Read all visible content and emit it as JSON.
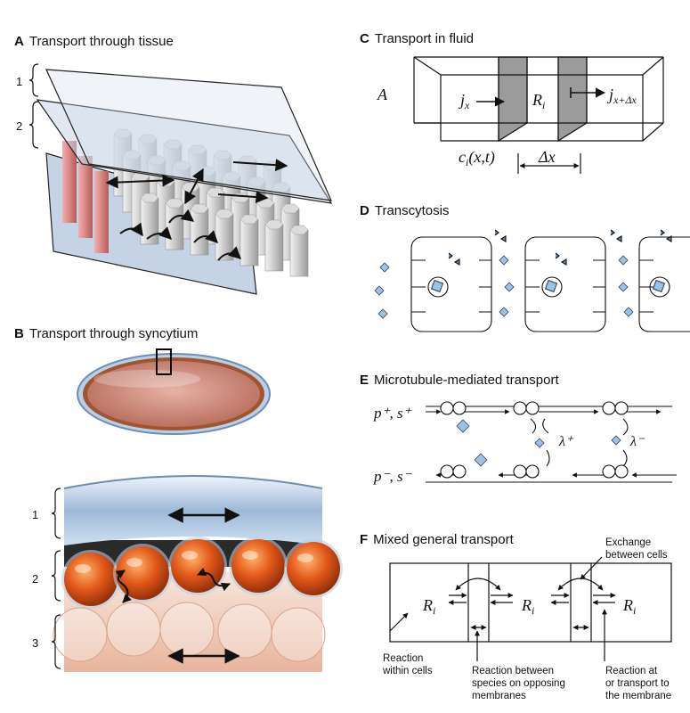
{
  "panels": {
    "A": {
      "letter": "A",
      "title": "Transport through tissue",
      "layers": [
        "1",
        "2"
      ]
    },
    "B": {
      "letter": "B",
      "title": "Transport through syncytium",
      "layers": [
        "1",
        "2",
        "3"
      ]
    },
    "C": {
      "letter": "C",
      "title": "Transport in fluid",
      "area": "A",
      "flux_in": "j",
      "flux_in_sub": "x",
      "reaction": "R",
      "reaction_sub": "i",
      "flux_out": "j",
      "flux_out_sub": "x+Δx",
      "conc": "c",
      "conc_sub": "i",
      "conc_args": "(x,t)",
      "dx": "Δx"
    },
    "D": {
      "letter": "D",
      "title": "Transcytosis"
    },
    "E": {
      "letter": "E",
      "title": "Microtubule-mediated transport",
      "top_track": "p⁺, s⁺",
      "bottom_track": "p⁻, s⁻",
      "lambda_plus": "λ⁺",
      "lambda_minus": "λ⁻"
    },
    "F": {
      "letter": "F",
      "title": "Mixed general transport",
      "reaction": "R",
      "reaction_sub": "i",
      "notes": {
        "exchange": [
          "Exchange",
          "between cells"
        ],
        "within": [
          "Reaction",
          "within cells"
        ],
        "between": [
          "Reaction between",
          "species on opposing",
          "membranes"
        ],
        "at_membrane": [
          "Reaction at",
          "or transport to",
          "the membrane"
        ]
      }
    }
  },
  "colors": {
    "plane": "#c9d6e6",
    "cell_grey": "#c8c8c8",
    "cell_red": "#d98888",
    "nucleus": "#e2581a",
    "membrane": "#9db8d8",
    "vesicle": "#9cc2e6"
  }
}
